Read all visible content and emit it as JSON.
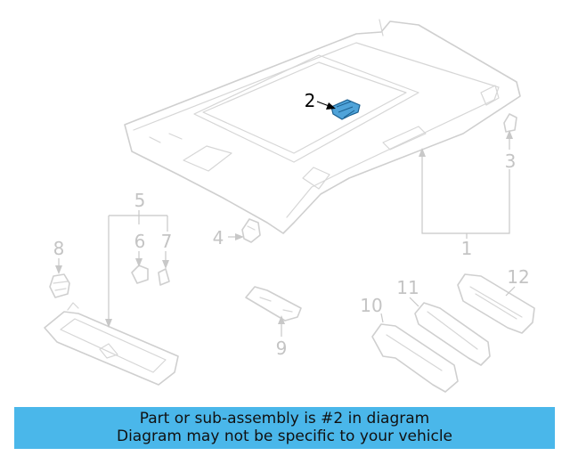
{
  "callouts": {
    "c1": "1",
    "c2": "2",
    "c3": "3",
    "c4": "4",
    "c5": "5",
    "c6": "6",
    "c7": "7",
    "c8": "8",
    "c9": "9",
    "c10": "10",
    "c11": "11",
    "c12": "12"
  },
  "highlighted_part": "2",
  "colors": {
    "highlight": "#4fa3d9",
    "banner": "#4ab7ea",
    "line": "#cfcfcf"
  },
  "banner": {
    "line1": "Part or sub-assembly is #2 in diagram",
    "line2": "Diagram may not be specific to your vehicle"
  }
}
